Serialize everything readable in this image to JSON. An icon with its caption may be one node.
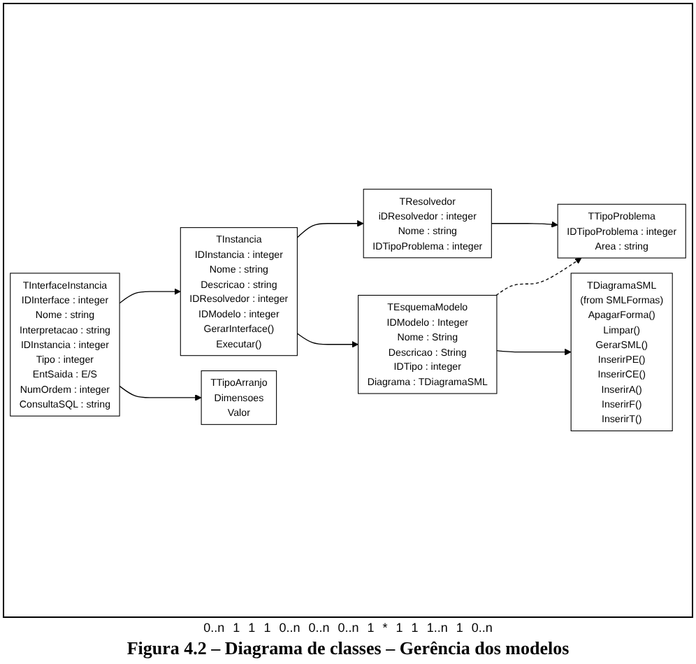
{
  "diagram": {
    "caption": "Figura 4.2 – Diagrama de classes – Gerência dos modelos",
    "nodes": [
      {
        "text": [
          "TResolvedor",
          "iDResolvedor : integer",
          "Nome : string",
          "IDTipoProblema : integer"
        ]
      },
      {
        "text": [
          "TTipoProblema",
          "IDTipoProblema : integer",
          "Area : string"
        ]
      },
      {
        "text": [
          "TInstancia",
          "IDInstancia : integer",
          "Nome : string",
          "Descricao : string",
          "IDResolvedor : integer",
          "IDModelo : integer",
          "GerarInterface()",
          "Executar()"
        ]
      },
      {
        "text": [
          "TEsquemaModelo",
          "IDModelo : Integer",
          "Nome : String",
          "Descricao : String",
          "IDTipo : integer",
          "Diagrama : TDiagramaSML"
        ]
      },
      {
        "text": [
          "TDiagramaSML",
          "(from SMLFormas)",
          "ApagarForma()",
          "Limpar()",
          "GerarSML()",
          "InserirPE()",
          "InserirCE()",
          "InserirA()",
          "InserirF()",
          "InserirT()"
        ]
      },
      {
        "text": [
          "TInterfaceInstancia",
          "IDInterface : integer",
          "Nome : string",
          "Interpretacao : string",
          "IDInstancia : integer",
          "Tipo : integer",
          "EntSaida : E/S",
          "NumOrdem : integer",
          "ConsultaSQL : string"
        ]
      },
      {
        "text": [
          "TTipoArranjo",
          "Dimensoes",
          "Valor"
        ]
      }
    ],
    "edges": [
      {
        "from": 0,
        "to": 1,
        "arrow": "to"
      },
      {
        "from": 2,
        "to": 0,
        "arrow": "to"
      },
      {
        "from": 3,
        "to": 1,
        "arrow": "to",
        "style": "dashed"
      },
      {
        "from": 2,
        "to": 3,
        "arrow": "to"
      },
      {
        "from": 3,
        "to": 4,
        "arrow": "to"
      },
      {
        "from": 5,
        "to": 2,
        "arrow": "to"
      },
      {
        "from": 5,
        "to": 6,
        "arrow": "to"
      }
    ],
    "labels": [
      "0..n",
      "1",
      "1",
      "1",
      "0..n",
      "0..n",
      "0..n",
      "1",
      "*",
      "1",
      "1",
      "1..n",
      "1",
      "0..n"
    ]
  }
}
